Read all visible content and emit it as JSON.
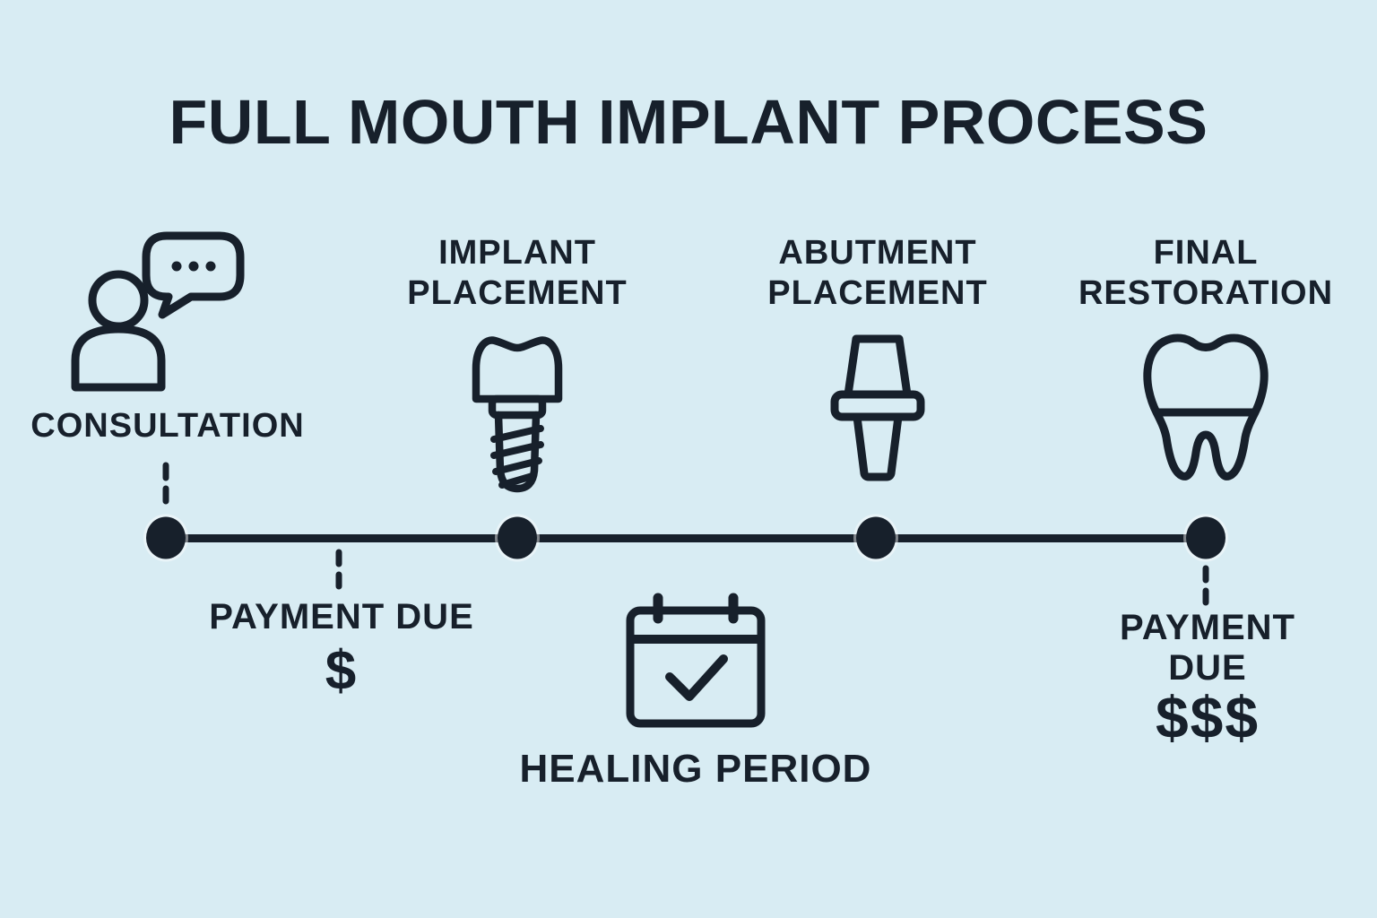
{
  "title": "FULL MOUTH IMPLANT PROCESS",
  "colors": {
    "background": "#d8ecf3",
    "ink": "#17202b"
  },
  "timeline": {
    "steps": [
      {
        "id": "consultation",
        "icon": "person-chat-icon",
        "lines": [
          "CONSULTATION"
        ]
      },
      {
        "id": "implant-placement",
        "icon": "dental-implant-icon",
        "lines": [
          "IMPLANT",
          "PLACEMENT"
        ]
      },
      {
        "id": "abutment-placement",
        "icon": "abutment-icon",
        "lines": [
          "ABUTMENT",
          "PLACEMENT"
        ]
      },
      {
        "id": "final-restoration",
        "icon": "tooth-icon",
        "lines": [
          "FINAL",
          "RESTORATION"
        ]
      }
    ]
  },
  "annotations": {
    "payment_first": {
      "label": "PAYMENT DUE",
      "amount": "$"
    },
    "healing": {
      "label": "HEALING PERIOD",
      "icon": "calendar-check-icon"
    },
    "payment_final": {
      "lines": [
        "PAYMENT",
        "DUE"
      ],
      "amount": "$$$"
    }
  }
}
